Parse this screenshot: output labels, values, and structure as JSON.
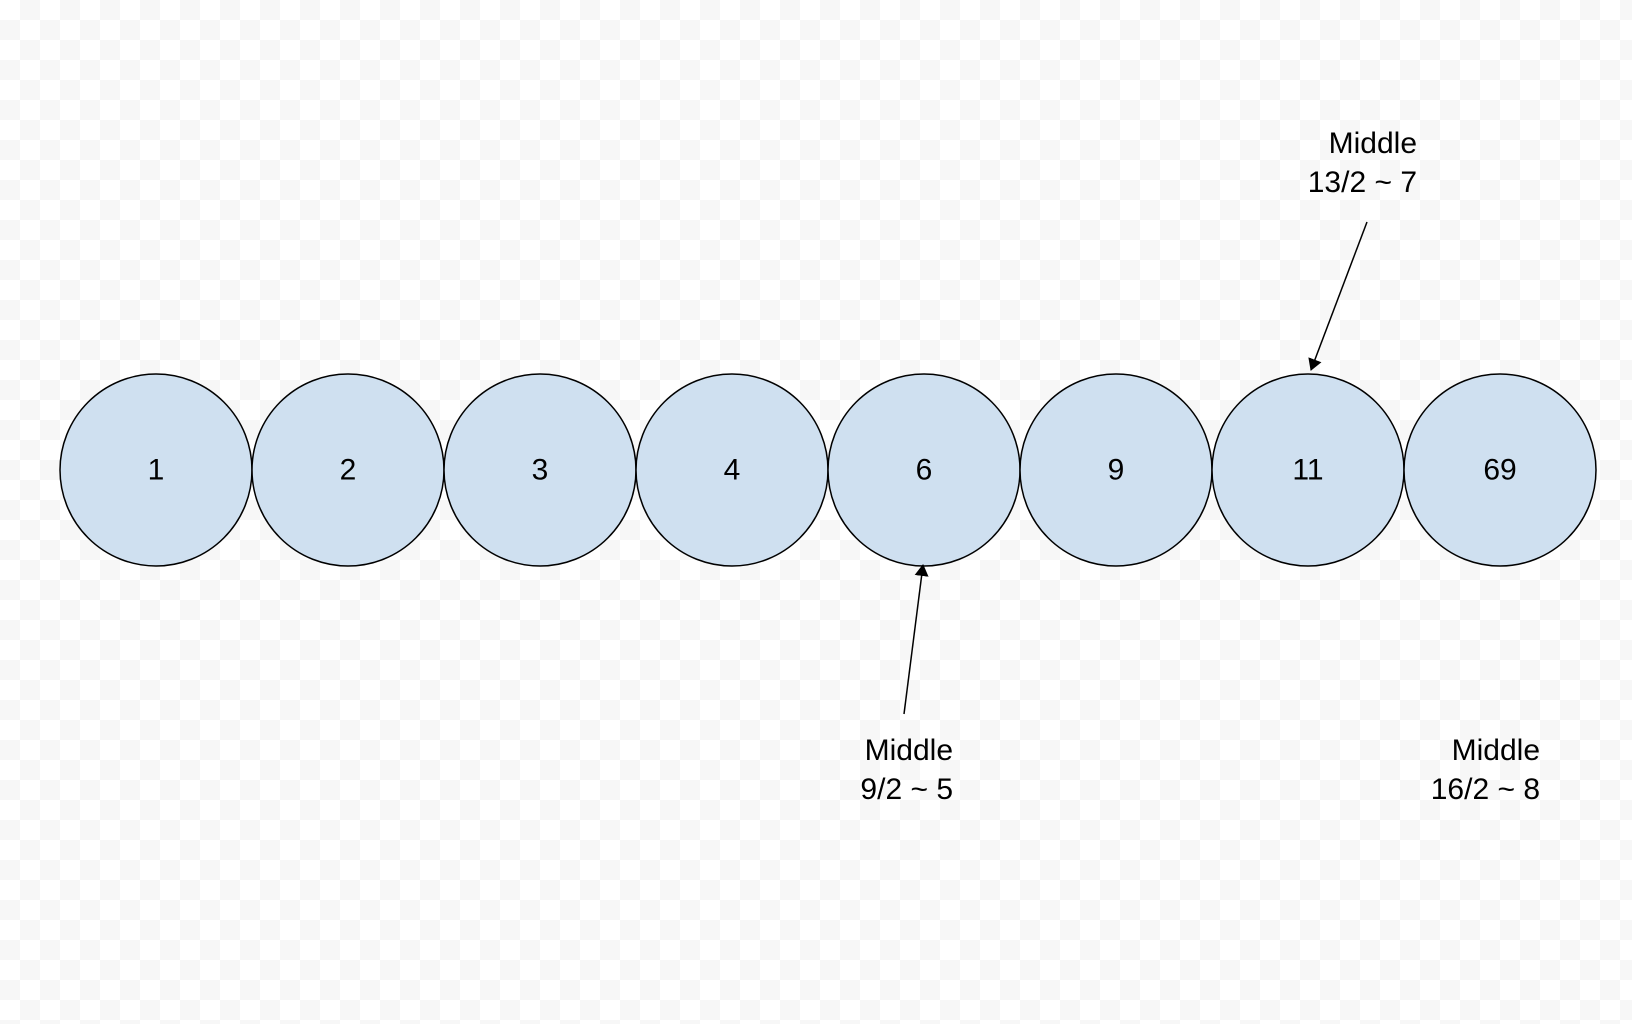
{
  "diagram": {
    "nodes": [
      "1",
      "2",
      "3",
      "4",
      "6",
      "9",
      "11",
      "69"
    ],
    "annotations": [
      {
        "title": "Middle",
        "formula": "13/2 ~ 7",
        "points_to_node": 7
      },
      {
        "title": "Middle",
        "formula": "9/2 ~ 5",
        "points_to_node": 5
      },
      {
        "title": "Middle",
        "formula": "16/2 ~ 8",
        "points_to_node": null
      }
    ],
    "colors": {
      "node_fill": "#cfe0f0",
      "node_stroke": "#000000",
      "text": "#000000"
    }
  }
}
